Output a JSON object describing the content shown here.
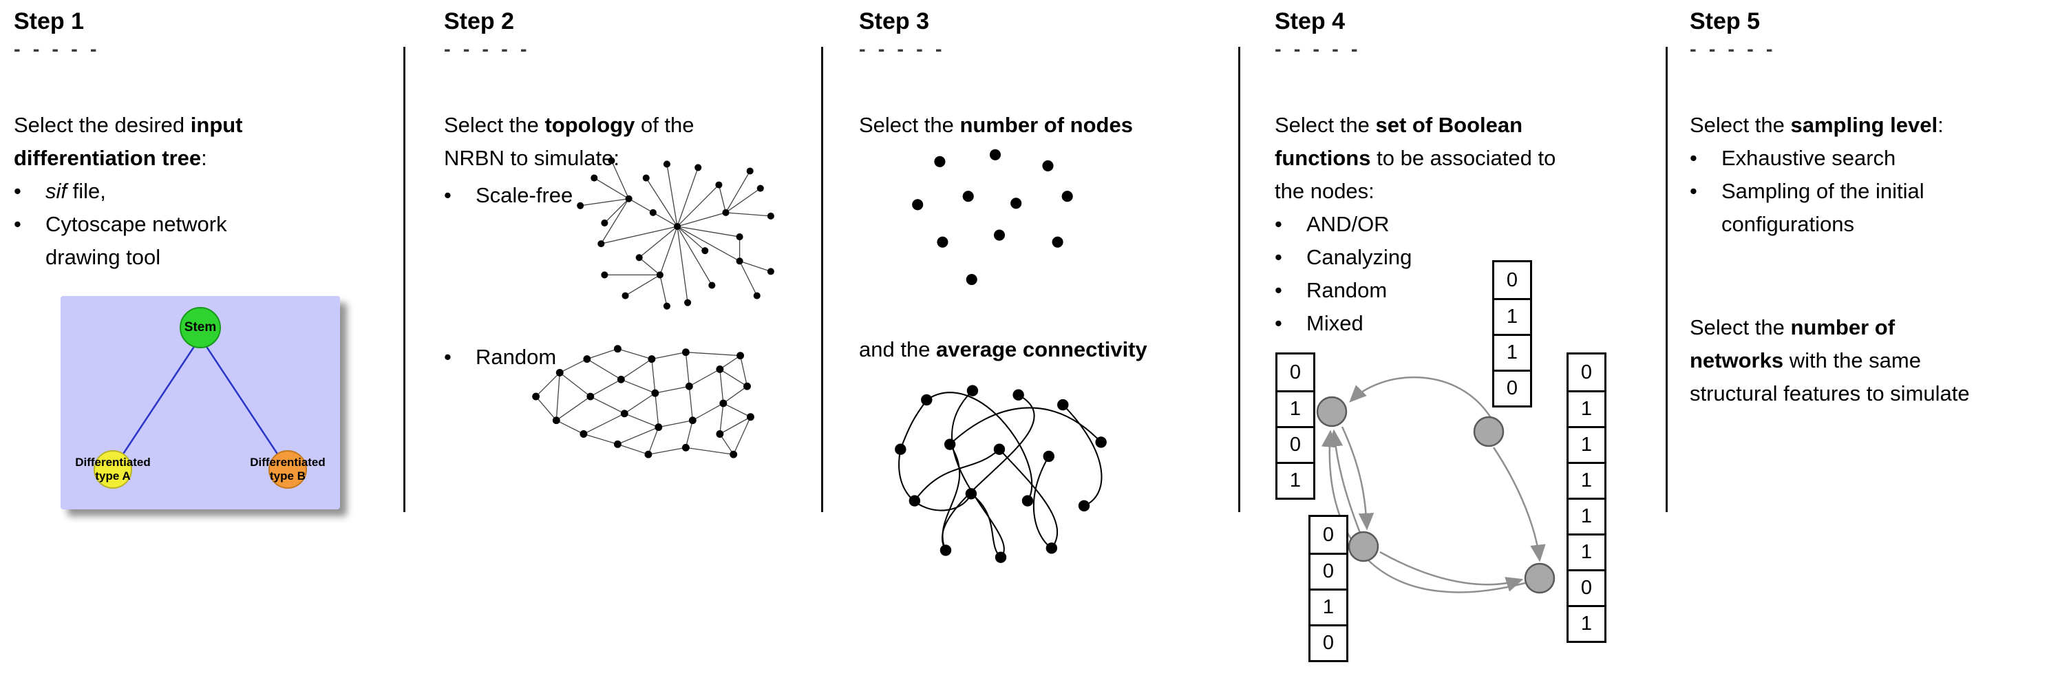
{
  "bullet_char": "•",
  "colors": {
    "divider": "#141414",
    "dash_gray": "#3b3b3b",
    "tree_bg_lavender": "#c9c9fc",
    "stem_green": "#2fd32f",
    "type_a_yellow": "#f2ee35",
    "type_b_orange": "#f59a38",
    "tree_edge_blue": "#2a35c8",
    "boolean_node_gray": "#a8a8a8",
    "arrow_gray": "#8f8f8f",
    "network_black": "#000000"
  },
  "steps": [
    {
      "title": "Step 1",
      "dashes": "- - - - -",
      "intro": [
        [
          {
            "t": "Select the desired "
          },
          {
            "t": "input",
            "b": true
          }
        ],
        [
          {
            "t": "differentiation tree",
            "b": true
          },
          {
            "t": ":"
          }
        ]
      ],
      "bullets": [
        [
          [
            {
              "t": "sif",
              "i": true
            },
            {
              "t": " file,"
            }
          ]
        ],
        [
          [
            {
              "t": "Cytoscape network"
            }
          ],
          [
            {
              "t": "drawing tool"
            }
          ]
        ]
      ],
      "tree": {
        "stem": "Stem",
        "type_a": "Differentiated type A",
        "type_b": "Differentiated type B"
      }
    },
    {
      "title": "Step 2",
      "dashes": "- - - - -",
      "intro": [
        [
          {
            "t": "Select the "
          },
          {
            "t": "topology",
            "b": true
          },
          {
            "t": " of the"
          }
        ],
        [
          {
            "t": "NRBN to simulate:"
          }
        ]
      ],
      "bullets": [
        [
          [
            {
              "t": "Scale-free"
            }
          ]
        ],
        [
          [
            {
              "t": "Random"
            }
          ]
        ]
      ]
    },
    {
      "title": "Step 3",
      "dashes": "- - - - -",
      "intro": [
        [
          {
            "t": "Select the "
          },
          {
            "t": "number of nodes",
            "b": true
          }
        ]
      ],
      "mid": [
        [
          {
            "t": "and the "
          },
          {
            "t": "average connectivity",
            "b": true
          }
        ]
      ]
    },
    {
      "title": "Step 4",
      "dashes": "- - - - -",
      "intro": [
        [
          {
            "t": "Select the "
          },
          {
            "t": "set of Boolean",
            "b": true
          }
        ],
        [
          {
            "t": "functions",
            "b": true
          },
          {
            "t": " to be associated to"
          }
        ],
        [
          {
            "t": "the nodes:"
          }
        ]
      ],
      "bullets": [
        [
          [
            {
              "t": "AND/OR"
            }
          ]
        ],
        [
          [
            {
              "t": "Canalyzing"
            }
          ]
        ],
        [
          [
            {
              "t": "Random"
            }
          ]
        ],
        [
          [
            {
              "t": "Mixed"
            }
          ]
        ]
      ],
      "tables": {
        "left": [
          "0",
          "1",
          "0",
          "1"
        ],
        "top": [
          "0",
          "1",
          "1",
          "0"
        ],
        "right": [
          "0",
          "1",
          "1",
          "1",
          "1",
          "1",
          "0",
          "1"
        ],
        "bottom": [
          "0",
          "0",
          "1",
          "0"
        ]
      }
    },
    {
      "title": "Step 5",
      "dashes": "- - - - -",
      "intro": [
        [
          {
            "t": "Select the "
          },
          {
            "t": "sampling level",
            "b": true
          },
          {
            "t": ":"
          }
        ]
      ],
      "bullets": [
        [
          [
            {
              "t": "Exhaustive search"
            }
          ]
        ],
        [
          [
            {
              "t": "Sampling of the initial"
            }
          ],
          [
            {
              "t": "configurations"
            }
          ]
        ]
      ],
      "para2": [
        [
          {
            "t": "Select the "
          },
          {
            "t": "number of",
            "b": true
          }
        ],
        [
          {
            "t": "networks",
            "b": true
          },
          {
            "t": " with the same"
          }
        ],
        [
          {
            "t": "structural features to simulate"
          }
        ]
      ]
    }
  ]
}
